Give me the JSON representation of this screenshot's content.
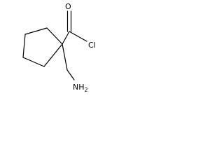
{
  "molecule": {
    "atoms": {
      "oxygen": "O",
      "chlorine": "Cl",
      "amine_n": "NH",
      "amine_h_count": "2"
    },
    "colors": {
      "bond": "#000000",
      "label": "#000000",
      "background": "#ffffff"
    }
  }
}
